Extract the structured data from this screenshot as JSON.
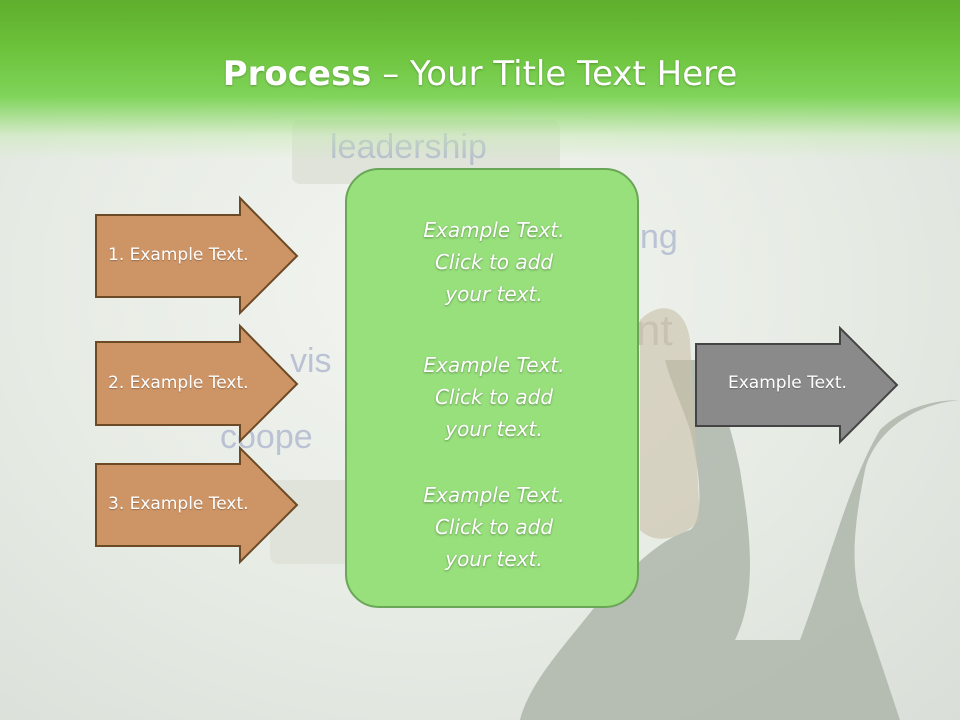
{
  "title": {
    "bold": "Process",
    "rest": " – Your Title Text Here"
  },
  "background_words": {
    "leadership": "leadership",
    "ng": "ng",
    "nt": "nt",
    "vis": "vis",
    "coope": "coope"
  },
  "left_arrows": [
    {
      "label": "1. Example Text."
    },
    {
      "label": "2. Example Text."
    },
    {
      "label": "3. Example Text."
    }
  ],
  "center_box": {
    "blocks": [
      {
        "lines": [
          "Example Text.",
          "Click  to add",
          "your text."
        ]
      },
      {
        "lines": [
          "Example Text.",
          "Click  to add",
          "your text."
        ]
      },
      {
        "lines": [
          "Example Text.",
          "Click  to add",
          "your text."
        ]
      }
    ]
  },
  "right_arrow": {
    "label": "Example Text."
  },
  "colors": {
    "header_green": "#6cc23a",
    "left_arrow_fill": "#cd9466",
    "left_arrow_border": "#6b4a25",
    "center_fill": "#98e07c",
    "right_arrow_fill": "#8a8a8a"
  }
}
